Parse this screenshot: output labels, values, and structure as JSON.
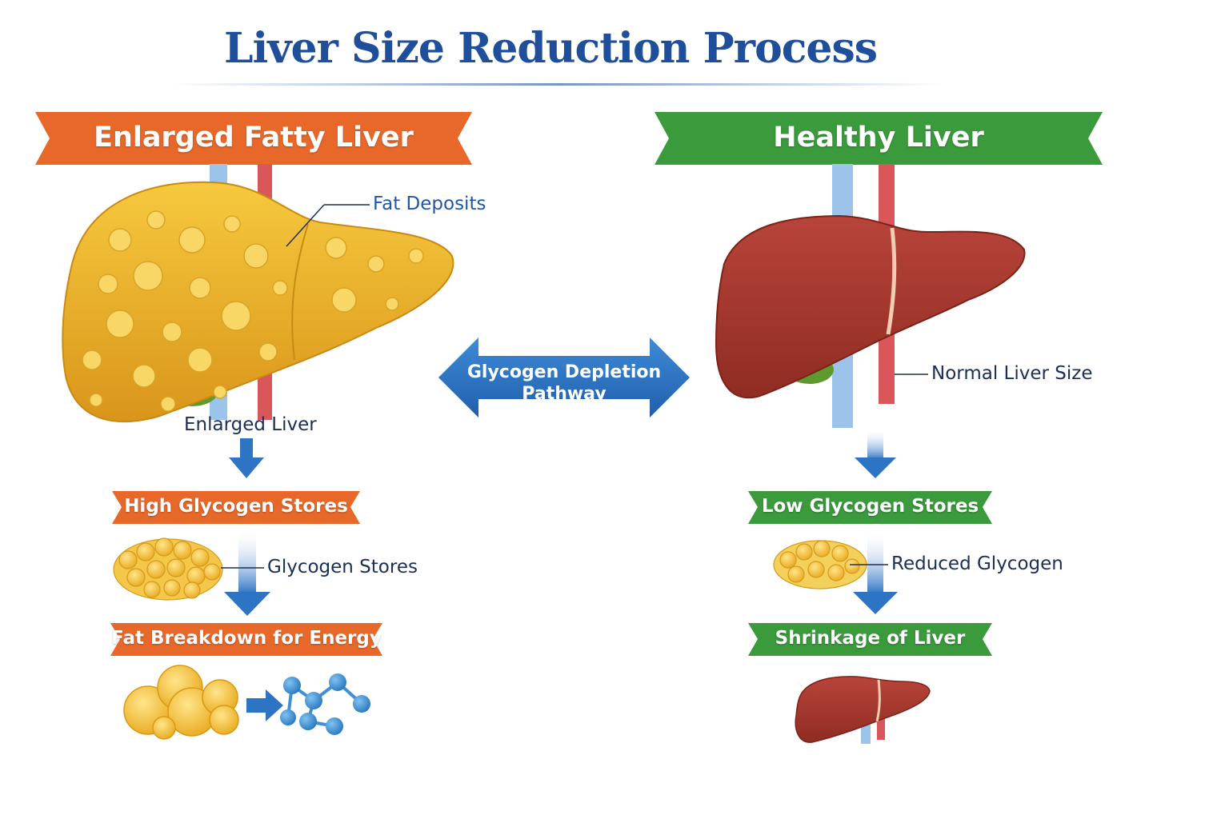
{
  "title": "Liver Size Reduction Process",
  "left": {
    "banner": "Enlarged Fatty Liver",
    "callout_fat": "Fat Deposits",
    "caption": "Enlarged Liver",
    "step1": "High Glycogen Stores",
    "callout_glycogen": "Glycogen Stores",
    "step2": "Fat Breakdown for Energy"
  },
  "center": {
    "arrow_line1": "Glycogen Depletion",
    "arrow_line2": "Pathway"
  },
  "right": {
    "banner": "Healthy Liver",
    "callout_size": "Normal Liver Size",
    "step1": "Low Glycogen Stores",
    "callout_glycogen": "Reduced Glycogen",
    "step2": "Shrinkage of Liver"
  },
  "colors": {
    "title": "#1f4f9b",
    "orange": "#e8682a",
    "green": "#3a9a3c",
    "blue_arrow": "#2e74c4",
    "fatty_liver": "#e8b52e",
    "healthy_liver": "#a83a2c"
  }
}
